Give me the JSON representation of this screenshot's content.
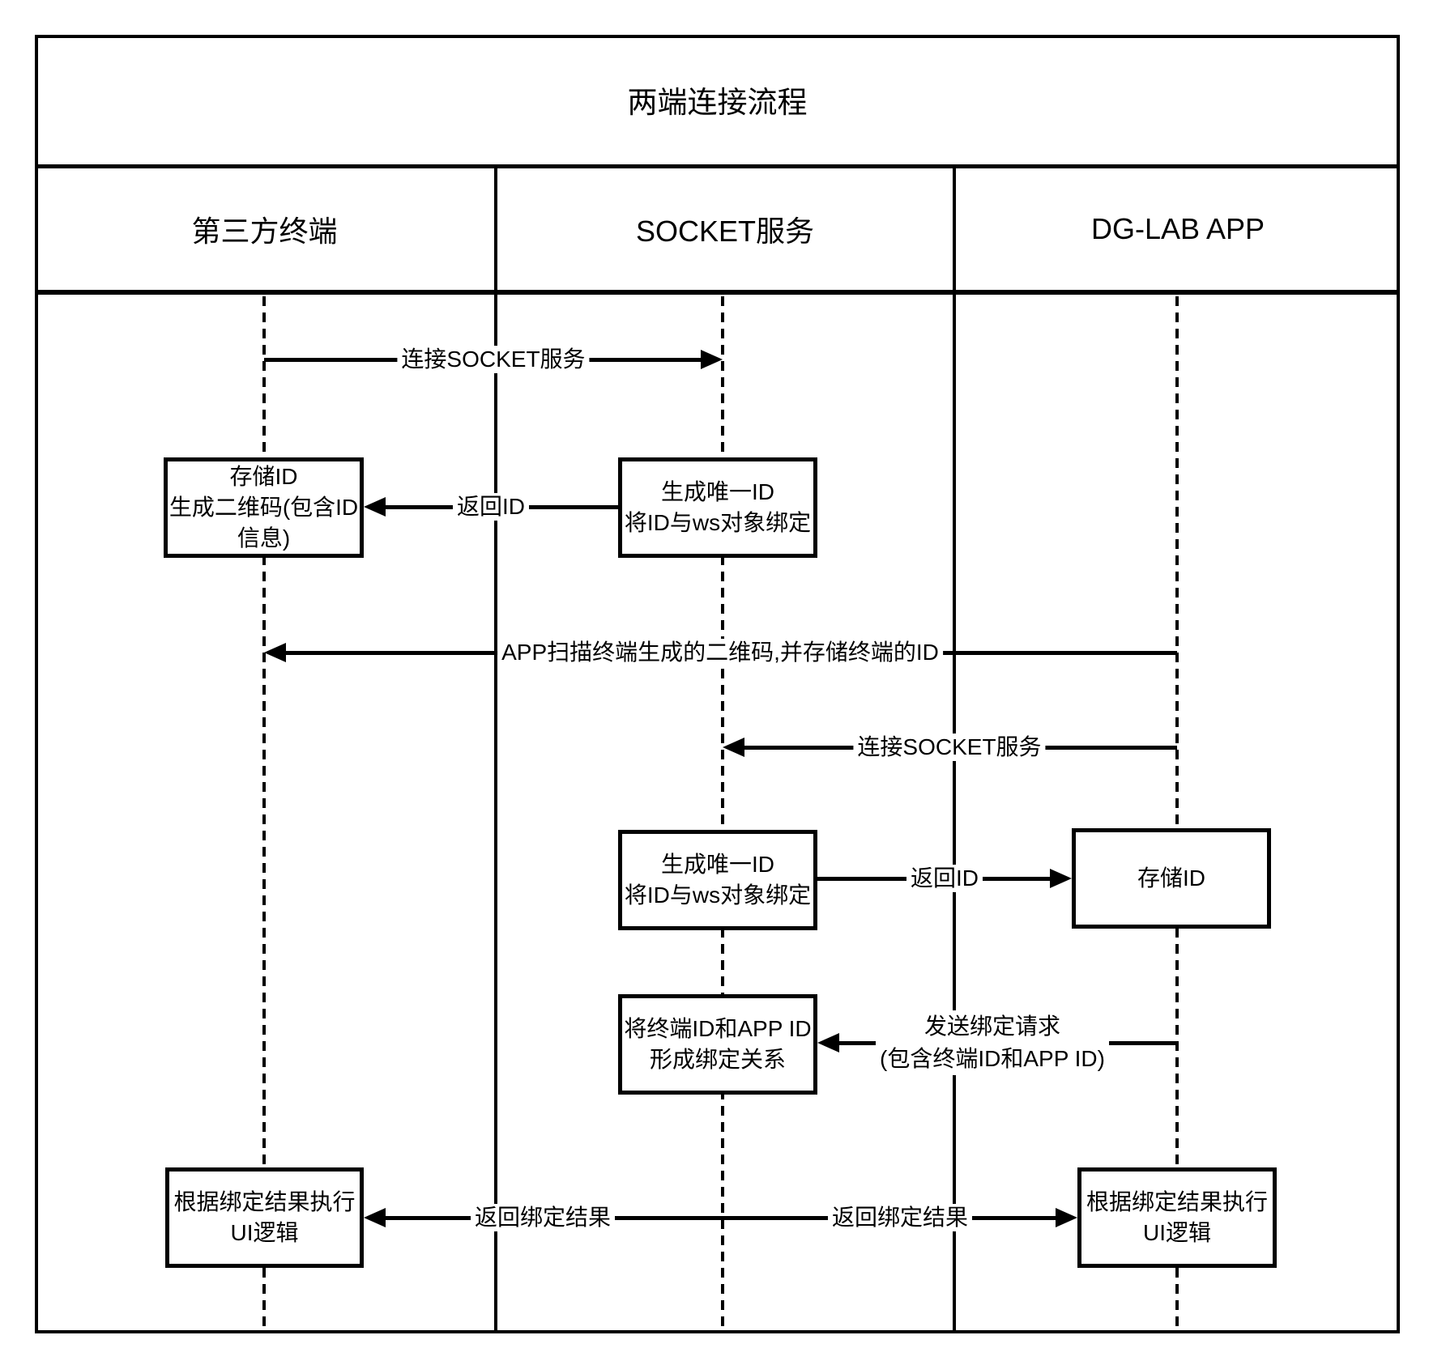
{
  "diagram": {
    "title": "两端连接流程",
    "participants": [
      {
        "label": "第三方终端"
      },
      {
        "label": "SOCKET服务"
      },
      {
        "label": "DG-LAB APP"
      }
    ],
    "colors": {
      "line": "#000000",
      "background": "#ffffff"
    }
  },
  "boxes": {
    "terminal_row1": [
      "存储ID",
      "生成二维码(包含ID",
      "信息)"
    ],
    "socket_row1": [
      "生成唯一ID",
      "将ID与ws对象绑定"
    ],
    "socket_row2": [
      "生成唯一ID",
      "将ID与ws对象绑定"
    ],
    "app_row2": [
      "存储ID"
    ],
    "socket_row3": [
      "将终端ID和APP ID",
      "形成绑定关系"
    ],
    "terminal_row4": [
      "根据绑定结果执行",
      "UI逻辑"
    ],
    "app_row4": [
      "根据绑定结果执行",
      "UI逻辑"
    ]
  },
  "messages": {
    "connect_socket_terminal": "连接SOCKET服务",
    "return_id_terminal": "返回ID",
    "scan_qrcode": "APP扫描终端生成的二维码,并存储终端的ID",
    "connect_socket_app": "连接SOCKET服务",
    "return_id_app": "返回ID",
    "bind_request_line1": "发送绑定请求",
    "bind_request_line2": "(包含终端ID和APP ID)",
    "return_bind_result_left": "返回绑定结果",
    "return_bind_result_right": "返回绑定结果"
  }
}
